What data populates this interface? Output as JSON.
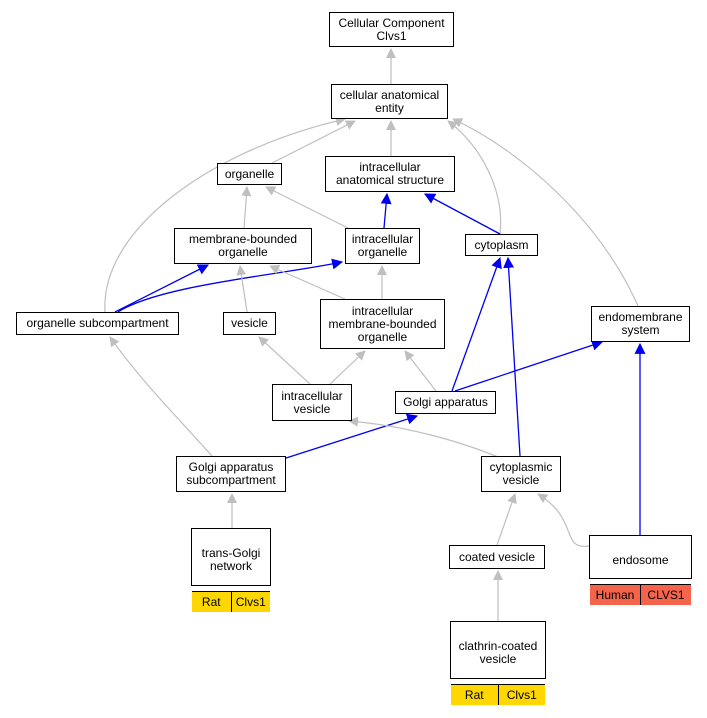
{
  "colors": {
    "grey_edge": "#bfbfbf",
    "blue_edge": "#0000ee",
    "rat_badge": "#ffd700",
    "human_badge": "#f4644a"
  },
  "nodes": {
    "cellular_component": "Cellular Component\nClvs1",
    "cellular_anatomical_entity": "cellular anatomical\nentity",
    "organelle": "organelle",
    "intracellular_anatomical_structure": "intracellular\nanatomical structure",
    "membrane_bounded_organelle": "membrane-bounded\norganelle",
    "intracellular_organelle": "intracellular\norganelle",
    "cytoplasm": "cytoplasm",
    "organelle_subcompartment": "organelle subcompartment",
    "vesicle": "vesicle",
    "intracellular_membrane_bounded_organelle": "intracellular\nmembrane-bounded\norganelle",
    "endomembrane_system": "endomembrane\nsystem",
    "intracellular_vesicle": "intracellular\nvesicle",
    "golgi_apparatus": "Golgi apparatus",
    "golgi_apparatus_subcompartment": "Golgi apparatus\nsubcompartment",
    "cytoplasmic_vesicle": "cytoplasmic\nvesicle",
    "trans_golgi_network": "trans-Golgi\nnetwork",
    "endosome": "endosome",
    "coated_vesicle": "coated vesicle",
    "clathrin_coated_vesicle": "clathrin-coated\nvesicle"
  },
  "annotations": {
    "trans_golgi_network": [
      "Rat",
      "Clvs1"
    ],
    "endosome": [
      "Human",
      "CLVS1"
    ],
    "clathrin_coated_vesicle": [
      "Rat",
      "Clvs1"
    ]
  }
}
